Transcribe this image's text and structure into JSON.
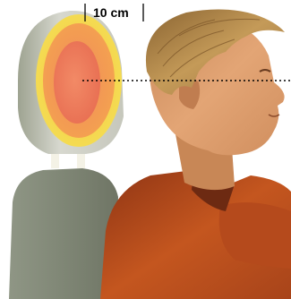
{
  "measurement": {
    "label": "10 cm"
  },
  "colors": {
    "background": "#ffffff",
    "headrest_outer": "#f2d34a",
    "headrest_ring": "#f39a52",
    "headrest_center": "#ee7a5a",
    "seat_back": "#8d9384",
    "skin": "#e2a070",
    "hair": "#b88a4a",
    "sweater": "#b84a1e",
    "guide_line": "#000000"
  },
  "icons": [
    "headrest",
    "person-head-profile",
    "dimension-marker",
    "dotted-guide-line"
  ]
}
